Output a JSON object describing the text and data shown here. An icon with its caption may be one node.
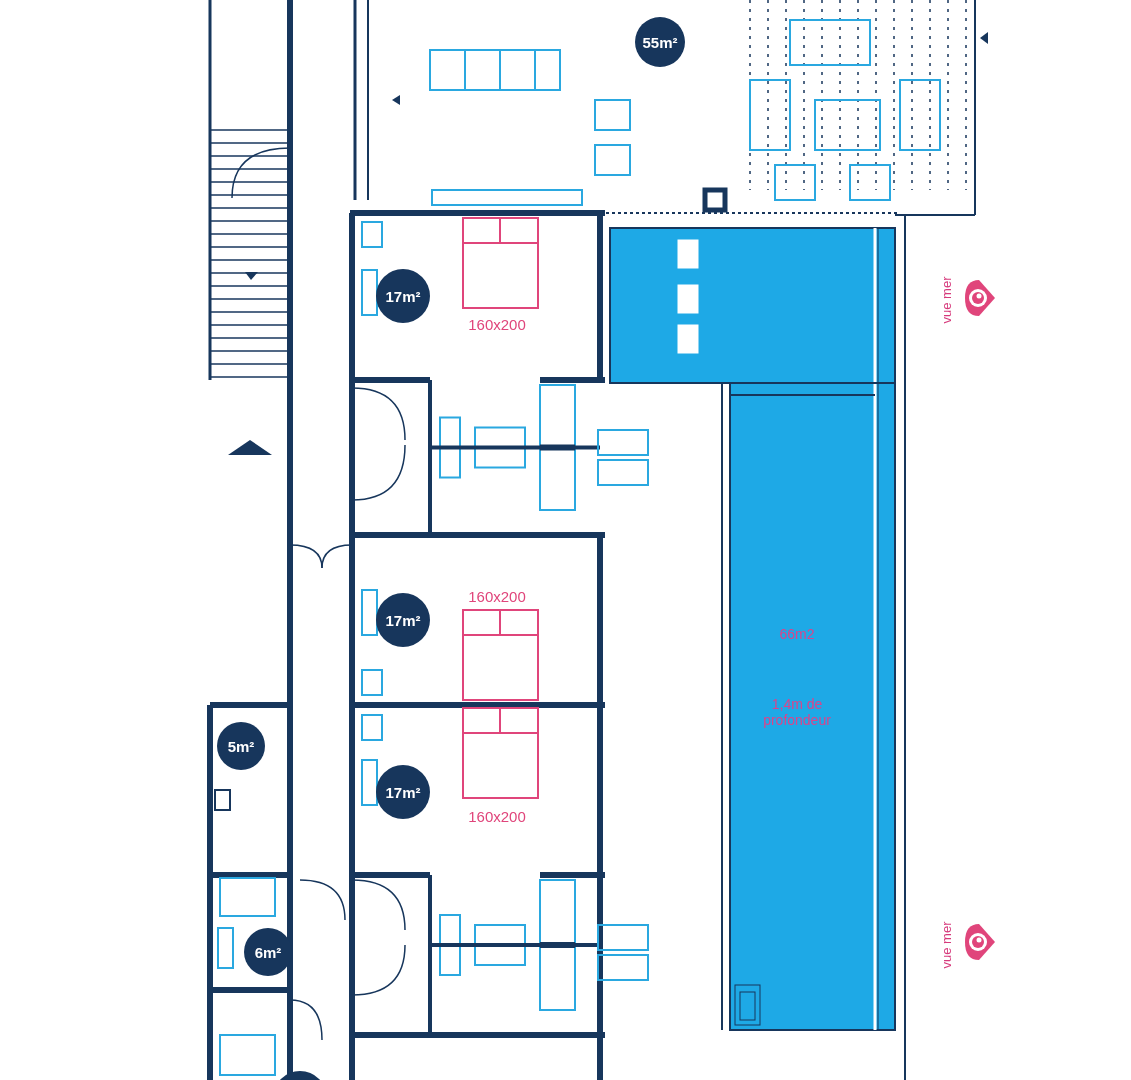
{
  "diagram": {
    "labels": [
      "55m²",
      "17m²",
      "vue mer",
      "160x200",
      "160x200",
      "17m²",
      "66m2",
      "1,4m de profondeur",
      "5m²",
      "17m²",
      "160x200",
      "vue mer",
      "6m²"
    ]
  }
}
